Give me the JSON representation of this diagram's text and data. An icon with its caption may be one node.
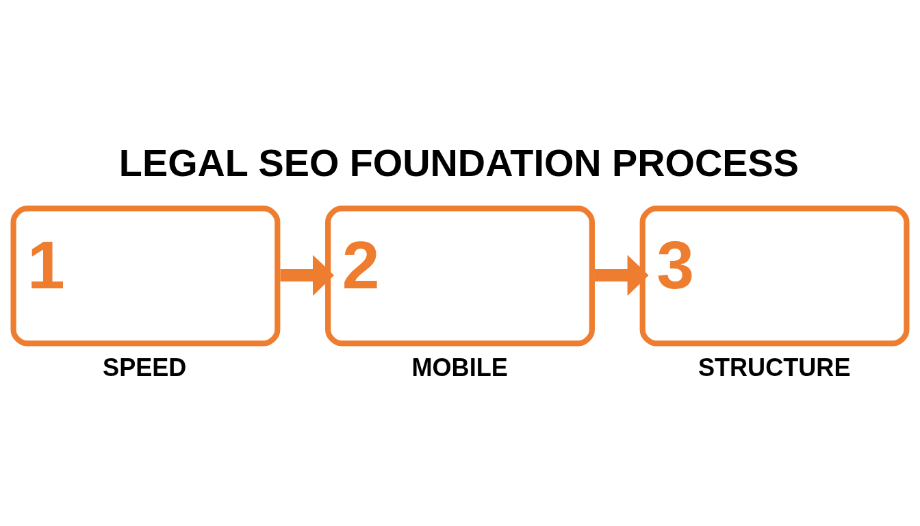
{
  "diagram": {
    "title": "LEGAL SEO FOUNDATION PROCESS",
    "nodes": [
      {
        "text": [
          "1"
        ],
        "beside": [
          "SPEED"
        ]
      },
      {
        "text": [
          "2"
        ],
        "beside": [
          "MOBILE"
        ]
      },
      {
        "text": [
          "3"
        ],
        "beside": [
          "STRUCTURE"
        ]
      }
    ],
    "edges": [
      {
        "from": 0,
        "to": 1,
        "arrow": "to"
      },
      {
        "from": 1,
        "to": 2,
        "arrow": "to"
      }
    ]
  }
}
